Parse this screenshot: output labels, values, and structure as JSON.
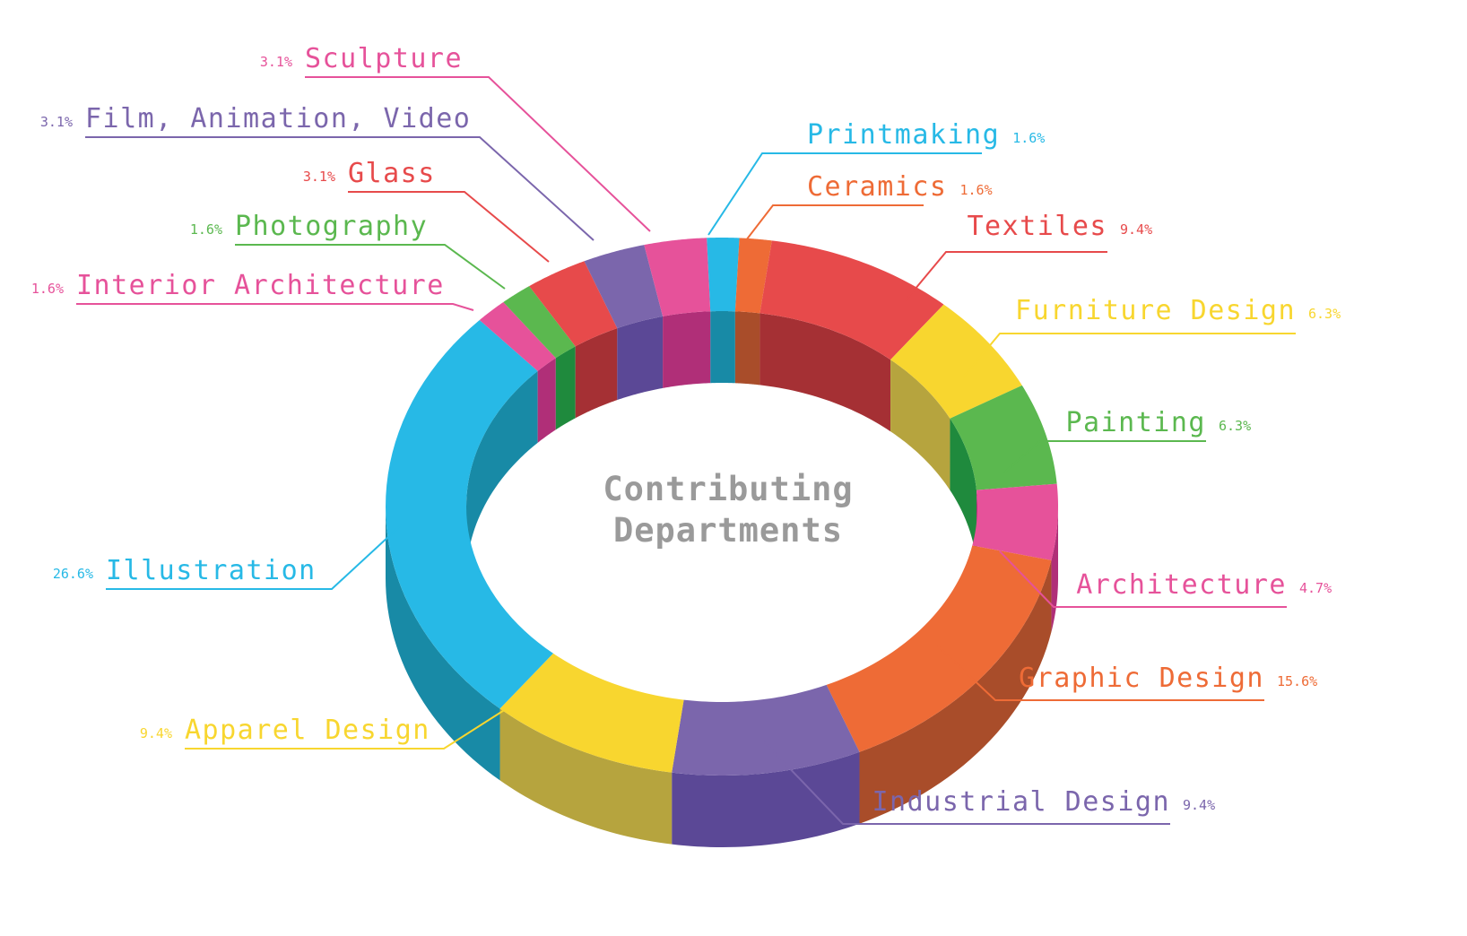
{
  "chart_data": {
    "type": "pie",
    "title": "Contributing Departments",
    "slices": [
      {
        "label": "Printmaking",
        "value": 1.6,
        "display": "1.6%",
        "color": "#27B9E6",
        "dark": "#188AA6"
      },
      {
        "label": "Ceramics",
        "value": 1.6,
        "display": "1.6%",
        "color": "#EE6B36",
        "dark": "#A94D2A"
      },
      {
        "label": "Textiles",
        "value": 9.4,
        "display": "9.4%",
        "color": "#E74A4B",
        "dark": "#A53034"
      },
      {
        "label": "Furniture Design",
        "value": 6.3,
        "display": "6.3%",
        "color": "#F8D62F",
        "dark": "#B6A43E"
      },
      {
        "label": "Painting",
        "value": 6.3,
        "display": "6.3%",
        "color": "#5BB84F",
        "dark": "#1F8A3D"
      },
      {
        "label": "Architecture",
        "value": 4.7,
        "display": "4.7%",
        "color": "#E6529A",
        "dark": "#B02F78"
      },
      {
        "label": "Graphic Design",
        "value": 15.6,
        "display": "15.6%",
        "color": "#EE6B36",
        "dark": "#A94D2A"
      },
      {
        "label": "Industrial Design",
        "value": 9.4,
        "display": "9.4%",
        "color": "#7B66AC",
        "dark": "#5B4896"
      },
      {
        "label": "Apparel Design",
        "value": 9.4,
        "display": "9.4%",
        "color": "#F8D62F",
        "dark": "#B6A43E"
      },
      {
        "label": "Illustration",
        "value": 26.6,
        "display": "26.6%",
        "color": "#27B9E6",
        "dark": "#188AA6"
      },
      {
        "label": "Interior Architecture",
        "value": 1.6,
        "display": "1.6%",
        "color": "#E6529A",
        "dark": "#B02F78"
      },
      {
        "label": "Photography",
        "value": 1.6,
        "display": "1.6%",
        "color": "#5BB84F",
        "dark": "#1F8A3D"
      },
      {
        "label": "Glass",
        "value": 3.1,
        "display": "3.1%",
        "color": "#E74A4B",
        "dark": "#A53034"
      },
      {
        "label": "Film, Animation, Video",
        "value": 3.1,
        "display": "3.1%",
        "color": "#7B66AC",
        "dark": "#5B4896"
      },
      {
        "label": "Sculpture",
        "value": 3.1,
        "display": "3.1%",
        "color": "#E6529A",
        "dark": "#B02F78"
      }
    ]
  }
}
